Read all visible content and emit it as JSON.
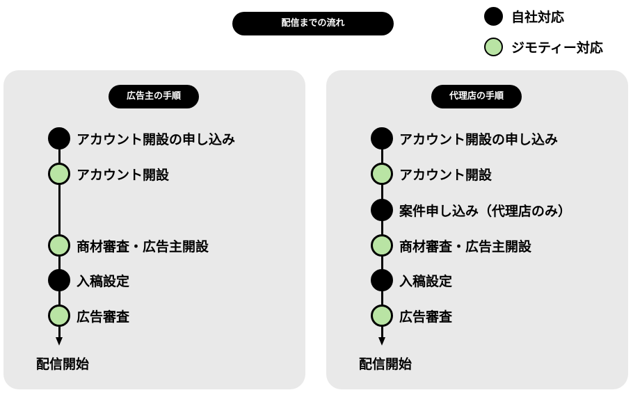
{
  "title": "配信までの流れ",
  "colors": {
    "self": "#000000",
    "jmty": "#b9e4a4",
    "panel_bg": "#e9e9e9"
  },
  "legend": [
    {
      "label": "自社対応",
      "kind": "self"
    },
    {
      "label": "ジモティー対応",
      "kind": "jmty"
    }
  ],
  "panels": [
    {
      "title": "広告主の手順",
      "steps": [
        {
          "label": "アカウント開設の申し込み",
          "kind": "self"
        },
        {
          "label": "アカウント開設",
          "kind": "jmty"
        },
        {
          "label": "商材審査・広告主開設",
          "kind": "jmty"
        },
        {
          "label": "入稿設定",
          "kind": "self"
        },
        {
          "label": "広告審査",
          "kind": "jmty"
        }
      ],
      "end_label": "配信開始"
    },
    {
      "title": "代理店の手順",
      "steps": [
        {
          "label": "アカウント開設の申し込み",
          "kind": "self"
        },
        {
          "label": "アカウント開設",
          "kind": "jmty"
        },
        {
          "label": "案件申し込み（代理店のみ）",
          "kind": "self"
        },
        {
          "label": "商材審査・広告主開設",
          "kind": "jmty"
        },
        {
          "label": "入稿設定",
          "kind": "self"
        },
        {
          "label": "広告審査",
          "kind": "jmty"
        }
      ],
      "end_label": "配信開始"
    }
  ]
}
